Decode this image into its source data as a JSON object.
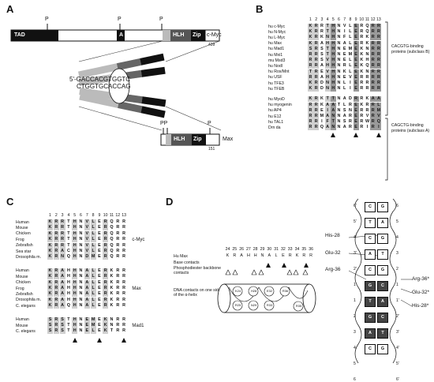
{
  "panels": {
    "a": {
      "label": "A",
      "cmyc": {
        "tad": "TAD",
        "a": "A",
        "hlh": "HLH",
        "zip": "Zip",
        "name": "c-Myc",
        "end": "439",
        "p": "P"
      },
      "dna": {
        "top": "5'-GACCACGTGGTC",
        "bottom": "CTGGTGCACCAG"
      },
      "max": {
        "hlh": "HLH",
        "zip": "Zip",
        "name": "Max",
        "end": "151",
        "pp": "PP",
        "p": "P"
      }
    },
    "b": {
      "label": "B",
      "positions": [
        "1",
        "2",
        "3",
        "4",
        "5",
        "6",
        "7",
        "8",
        "9",
        "10",
        "11",
        "12",
        "13"
      ],
      "rows": [
        {
          "name": "hu c-Myc",
          "seq": "KRRTHNVLERQRR"
        },
        {
          "name": "hu N-Myc",
          "seq": "KRRTHNILERQRR"
        },
        {
          "name": "hu L-Myc",
          "seq": "KRKNHNFLERKRR"
        },
        {
          "name": "hu Max",
          "seq": "KRAHHNALERKRR"
        },
        {
          "name": "hu Mad1",
          "seq": "SRSTHNEMEKNRR"
        },
        {
          "name": "hu Mxi1",
          "seq": "RRSTHNEMEKNRR"
        },
        {
          "name": "mu Msd3",
          "seq": "RRSVHNELEKHRR"
        },
        {
          "name": "hu Nodl",
          "seq": "RRAHHNRLEKQRR"
        },
        {
          "name": "hu Rox/Mnt",
          "seq": "TREVHNKLEKNRR"
        },
        {
          "name": "hu USF",
          "seq": "RRAHHNEVERRRR"
        },
        {
          "name": "hu TFE3",
          "seq": "KRDNHNLIERRRR"
        },
        {
          "name": "hu TFEB",
          "seq": "KRDNHNLIERRRR"
        },
        {
          "name": "hu MyoD",
          "seq": "KRKTTNADRRKAA"
        },
        {
          "name": "hu myogenin",
          "seq": "RRKAATLREKRRL"
        },
        {
          "name": "hu AP4",
          "seq": "RREIANSNERRRM"
        },
        {
          "name": "hu E12",
          "seq": "RRMANNARERVRV"
        },
        {
          "name": "hu TAL1",
          "seq": "RRIFTNSRERWRQ"
        },
        {
          "name": "Drn da",
          "seq": "RRQANNARERIRI"
        }
      ],
      "group_b": "CACGTG-binding proteins (subclass B)",
      "group_a": "CAGCTG-binding proteins (subclass A)"
    },
    "c": {
      "label": "C",
      "positions": [
        "1",
        "2",
        "3",
        "4",
        "5",
        "6",
        "7",
        "8",
        "9",
        "10",
        "11",
        "12",
        "13"
      ],
      "groups": [
        {
          "name": "c-Myc",
          "rows": [
            {
              "name": "Human",
              "seq": "KRRTHNVLERQRR"
            },
            {
              "name": "Mouse",
              "seq": "KRRTHNVLERQRR"
            },
            {
              "name": "Chicken",
              "seq": "KRRTHNVLERQRR"
            },
            {
              "name": "Frog",
              "seq": "KRRTHNVLERQRR"
            },
            {
              "name": "Zebrafish",
              "seq": "KRRTHNVLERQRR"
            },
            {
              "name": "Sea star",
              "seq": "KRACHNVLERQRR"
            },
            {
              "name": "Drosophila m.",
              "seq": "KRNQHNDMERQRR"
            }
          ]
        },
        {
          "name": "Max",
          "rows": [
            {
              "name": "Human",
              "seq": "KRAHHNALERKRR"
            },
            {
              "name": "Mouse",
              "seq": "KRAHHNALERKRR"
            },
            {
              "name": "Chicken",
              "seq": "KRAHHNALERKRR"
            },
            {
              "name": "Frog",
              "seq": "KRAHHNALERKRR"
            },
            {
              "name": "Zebrafish",
              "seq": "KRAHHNALERKRR"
            },
            {
              "name": "Drosophila m.",
              "seq": "KRAHHNALERKRR"
            },
            {
              "name": "C. elegans",
              "seq": "KRAQHNALERKRR"
            }
          ]
        },
        {
          "name": "Mad1",
          "rows": [
            {
              "name": "Human",
              "seq": "SRSTHNEMEKNRR"
            },
            {
              "name": "Mouse",
              "seq": "SRSTHNEMEKNRR"
            },
            {
              "name": "C. elegans",
              "seq": "SRSTHNELEKTRR"
            }
          ]
        }
      ]
    },
    "d": {
      "label": "D",
      "hu_max": "Hu Max",
      "numbers": [
        "24",
        "25",
        "26",
        "27",
        "28",
        "29",
        "30",
        "31",
        "32",
        "33",
        "34",
        "35",
        "36"
      ],
      "seq": [
        "K",
        "R",
        "A",
        "H",
        "H",
        "N",
        "A",
        "L",
        "E",
        "R",
        "K",
        "R",
        "R"
      ],
      "base_contacts": "Base contacts",
      "phospho": "Phosphodiester backbone contacts",
      "dna_contacts": "DNA contacts on one side of the α-helix",
      "helix_residues": [
        "K24",
        "R25",
        "H28",
        "N29",
        "E32",
        "R33",
        "R36",
        "R35"
      ],
      "ladder_left": [
        "C",
        "T",
        "C",
        "A",
        "C",
        "G",
        "T",
        "G",
        "A",
        "C"
      ],
      "ladder_right": [
        "G",
        "A",
        "G",
        "T",
        "G",
        "C",
        "A",
        "C",
        "T",
        "G"
      ],
      "ends_left": [
        "6'",
        "5'",
        "4'",
        "3'",
        "2'",
        "1'",
        "1",
        "2",
        "3",
        "4",
        "5",
        "6"
      ],
      "annot_left": [
        "His-28",
        "Glu-32",
        "Arg-36"
      ],
      "annot_right": [
        "Arg-36*",
        "Glu-32*",
        "His-28*"
      ]
    }
  }
}
